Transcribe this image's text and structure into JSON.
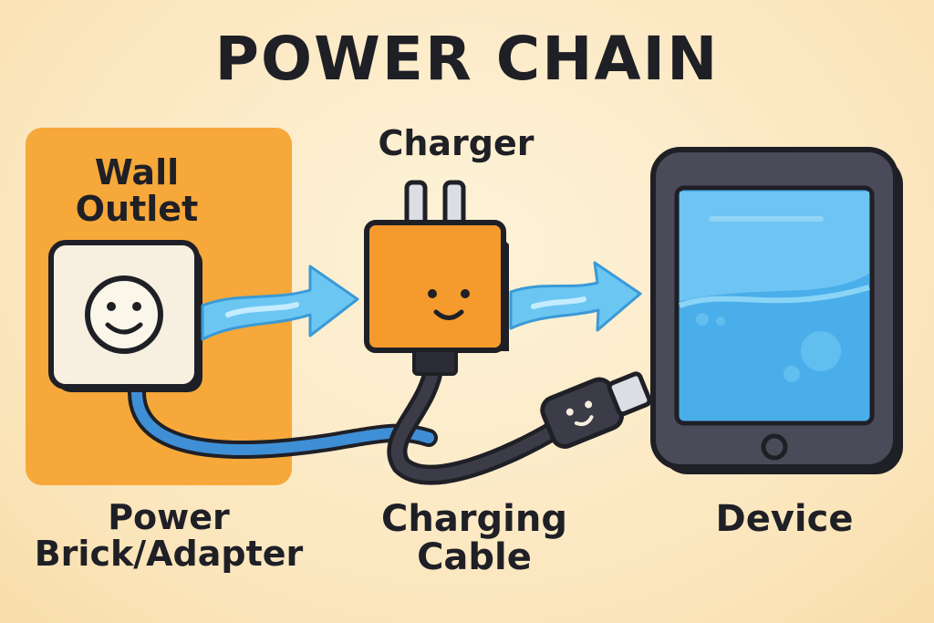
{
  "title": "POWER CHAIN",
  "nodes": {
    "wall_outlet": {
      "label_lines": [
        "Wall",
        "Outlet"
      ]
    },
    "charger": {
      "label": "Charger"
    },
    "power_brick": {
      "label_lines": [
        "Power",
        "Brick/Adapter"
      ]
    },
    "charging_cable": {
      "label_lines": [
        "Charging",
        "Cable"
      ]
    },
    "device": {
      "label": "Device"
    }
  },
  "colors": {
    "outlet_panel": "#f6a83a",
    "charger_body": "#f59a2c",
    "flow_arrow": "#6cc6f2",
    "device_frame": "#4a4a58",
    "device_screen": "#4aaeea",
    "outline": "#1f1f26",
    "background": "#fbe9c4"
  },
  "icons": {
    "outlet": "smiling-wall-socket-icon",
    "charger": "smiling-charger-plug-icon",
    "connector": "smiling-usb-connector-icon",
    "device": "tablet-icon",
    "arrows": "flow-arrow-icon"
  }
}
